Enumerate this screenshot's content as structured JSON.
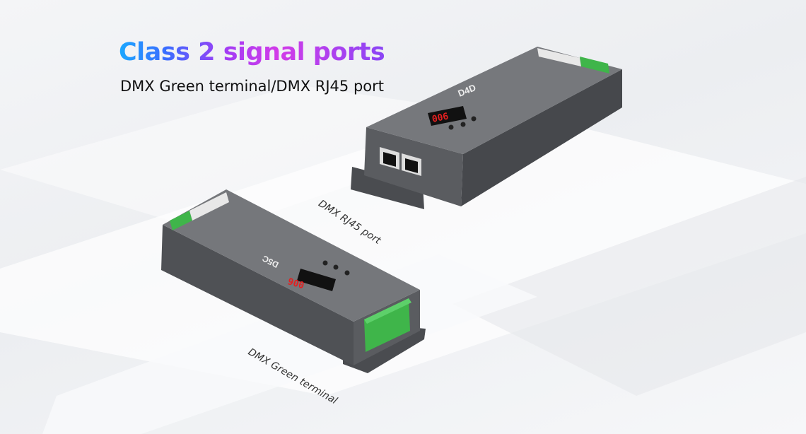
{
  "heading": {
    "title": "Class 2 signal ports",
    "subtitle": "DMX Green terminal/DMX RJ45 port"
  },
  "products": [
    {
      "model": "D4D",
      "display": "006",
      "port_label": "DMX RJ45 port"
    },
    {
      "model": "D5C",
      "display": "006",
      "port_label": "DMX Green terminal"
    }
  ],
  "colors": {
    "title_start": "#1aa8ff",
    "title_mid": "#a23cf5",
    "title_end": "#8a45f5",
    "terminal_green": "#3fb54a",
    "housing": "#5c5e62"
  }
}
